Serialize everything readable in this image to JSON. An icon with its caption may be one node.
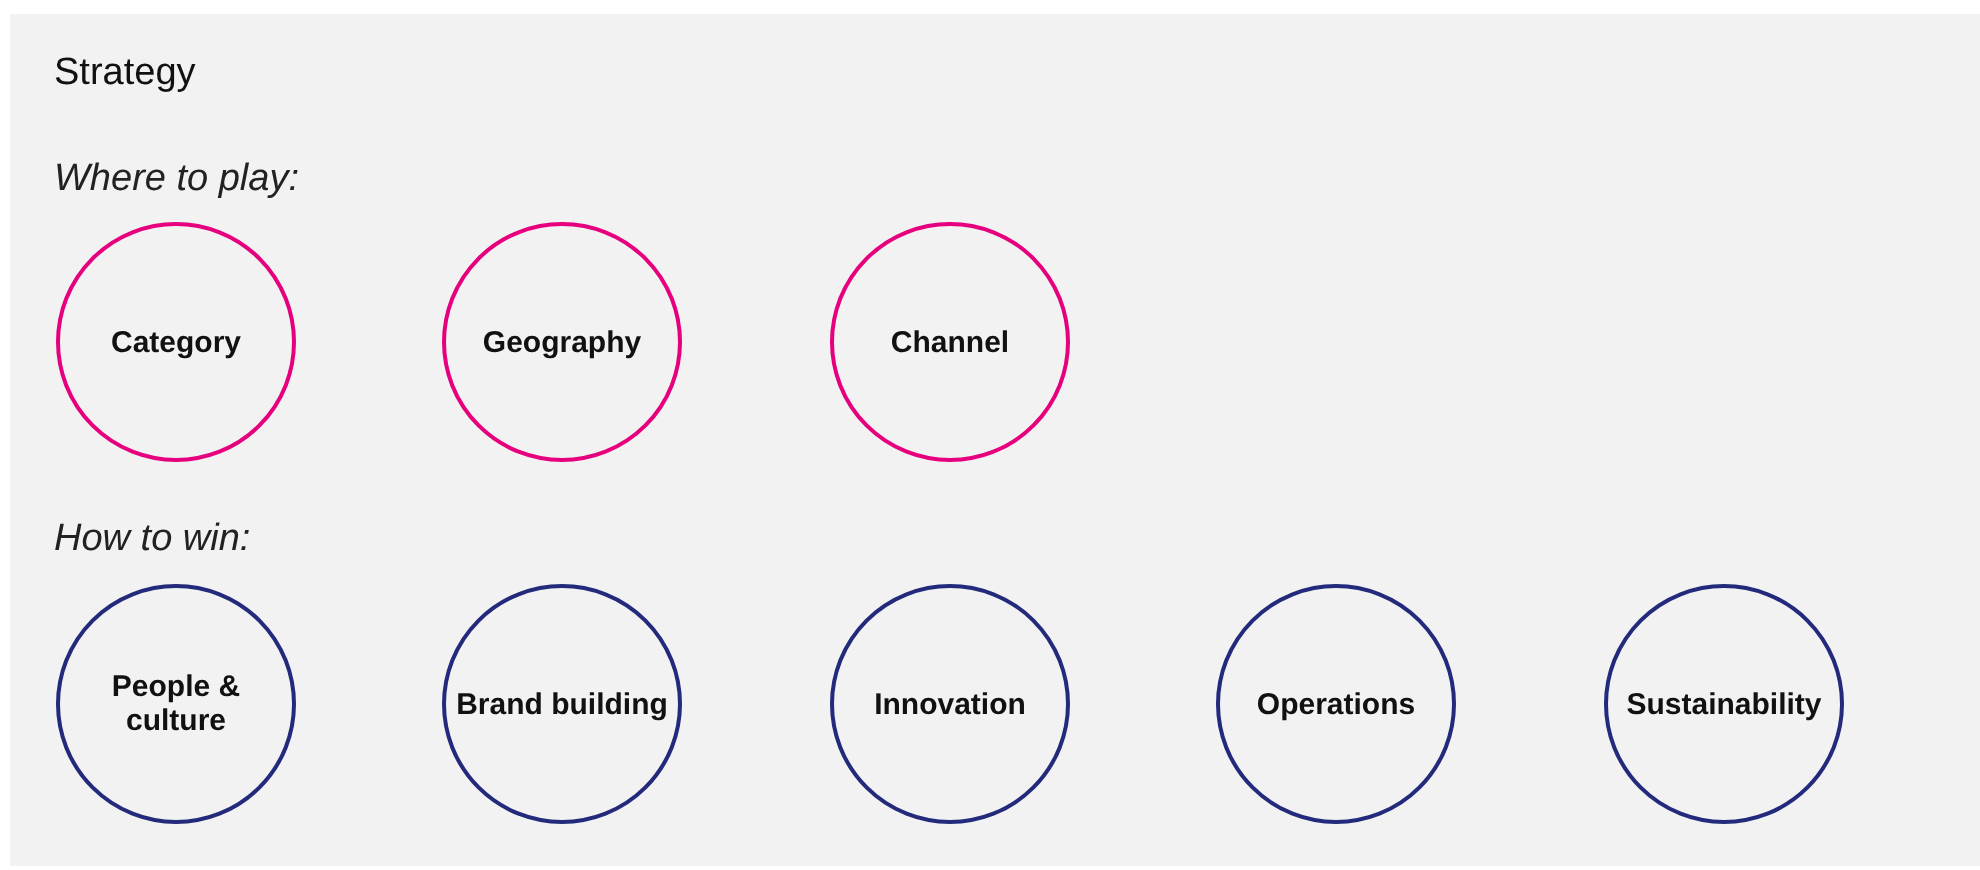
{
  "diagram": {
    "nodes": [
      {
        "text": [
          "Strategy"
        ]
      },
      {
        "text": [
          "Category"
        ],
        "in": 0
      },
      {
        "text": [
          "Geography"
        ],
        "in": 0
      },
      {
        "text": [
          "Channel"
        ],
        "in": 0
      },
      {
        "text": [
          "People & culture"
        ],
        "in": 0
      },
      {
        "text": [
          "Brand building"
        ],
        "in": 0
      },
      {
        "text": [
          "Innovation"
        ],
        "in": 0
      },
      {
        "text": [
          "Operations"
        ],
        "in": 0
      },
      {
        "text": [
          "Sustainability"
        ],
        "in": 0
      }
    ],
    "edges": [],
    "labels": [
      "Where to play:",
      "How to win:"
    ]
  }
}
